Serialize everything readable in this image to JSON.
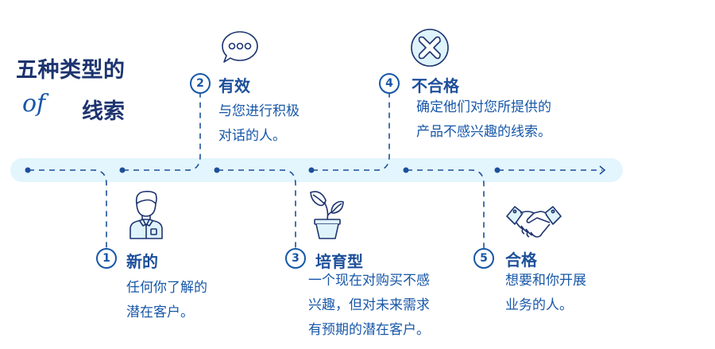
{
  "title": {
    "line1": "五种类型的",
    "of": "of",
    "line2": "线索"
  },
  "colors": {
    "primary": "#1757a8",
    "dark": "#1d3470",
    "band": "#e3f5fd",
    "icon_fill": "#dff3fc"
  },
  "steps": [
    {
      "number": "1",
      "title": "新的",
      "desc": [
        "任何你了解的",
        "潜在客户。"
      ],
      "icon": "person-icon"
    },
    {
      "number": "2",
      "title": "有效",
      "desc": [
        "与您进行积极",
        "对话的人。"
      ],
      "icon": "chat-bubble-icon"
    },
    {
      "number": "3",
      "title": "培育型",
      "desc": [
        "一个现在对购买不感",
        "兴趣，但对未来需求",
        "有预期的潜在客户。"
      ],
      "icon": "plant-icon"
    },
    {
      "number": "4",
      "title": "不合格",
      "desc": [
        "确定他们对您所提供的",
        "产品不感兴趣的线索。"
      ],
      "icon": "x-circle-icon"
    },
    {
      "number": "5",
      "title": "合格",
      "desc": [
        "想要和你开展",
        "业务的人。"
      ],
      "icon": "handshake-icon"
    }
  ]
}
